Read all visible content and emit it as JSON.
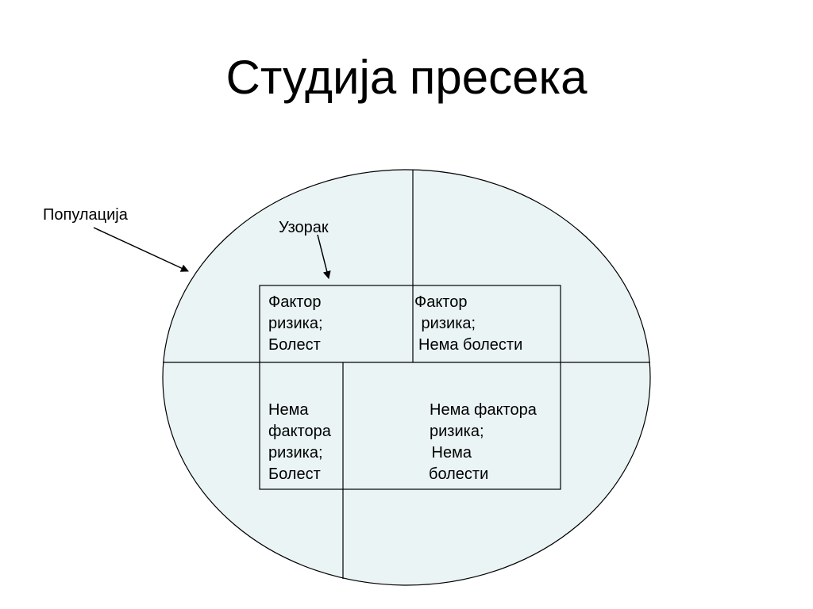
{
  "title": "Студија пресека",
  "labels": {
    "population": "Популација",
    "sample": "Узорак"
  },
  "cells": {
    "risk_disease": [
      "Фактор",
      "ризика;",
      "Болест"
    ],
    "risk_no_disease": [
      "Фактор",
      " ризика;",
      "Нема болести"
    ],
    "no_risk_disease": [
      "Нема",
      "фактора",
      "ризика;",
      "Болест"
    ],
    "no_risk_no_disease": [
      "Нема фактора",
      "ризика;",
      " Нема",
      "болести"
    ]
  },
  "colors": {
    "ellipse_fill": "#EAF4F5",
    "stroke": "#000000"
  }
}
